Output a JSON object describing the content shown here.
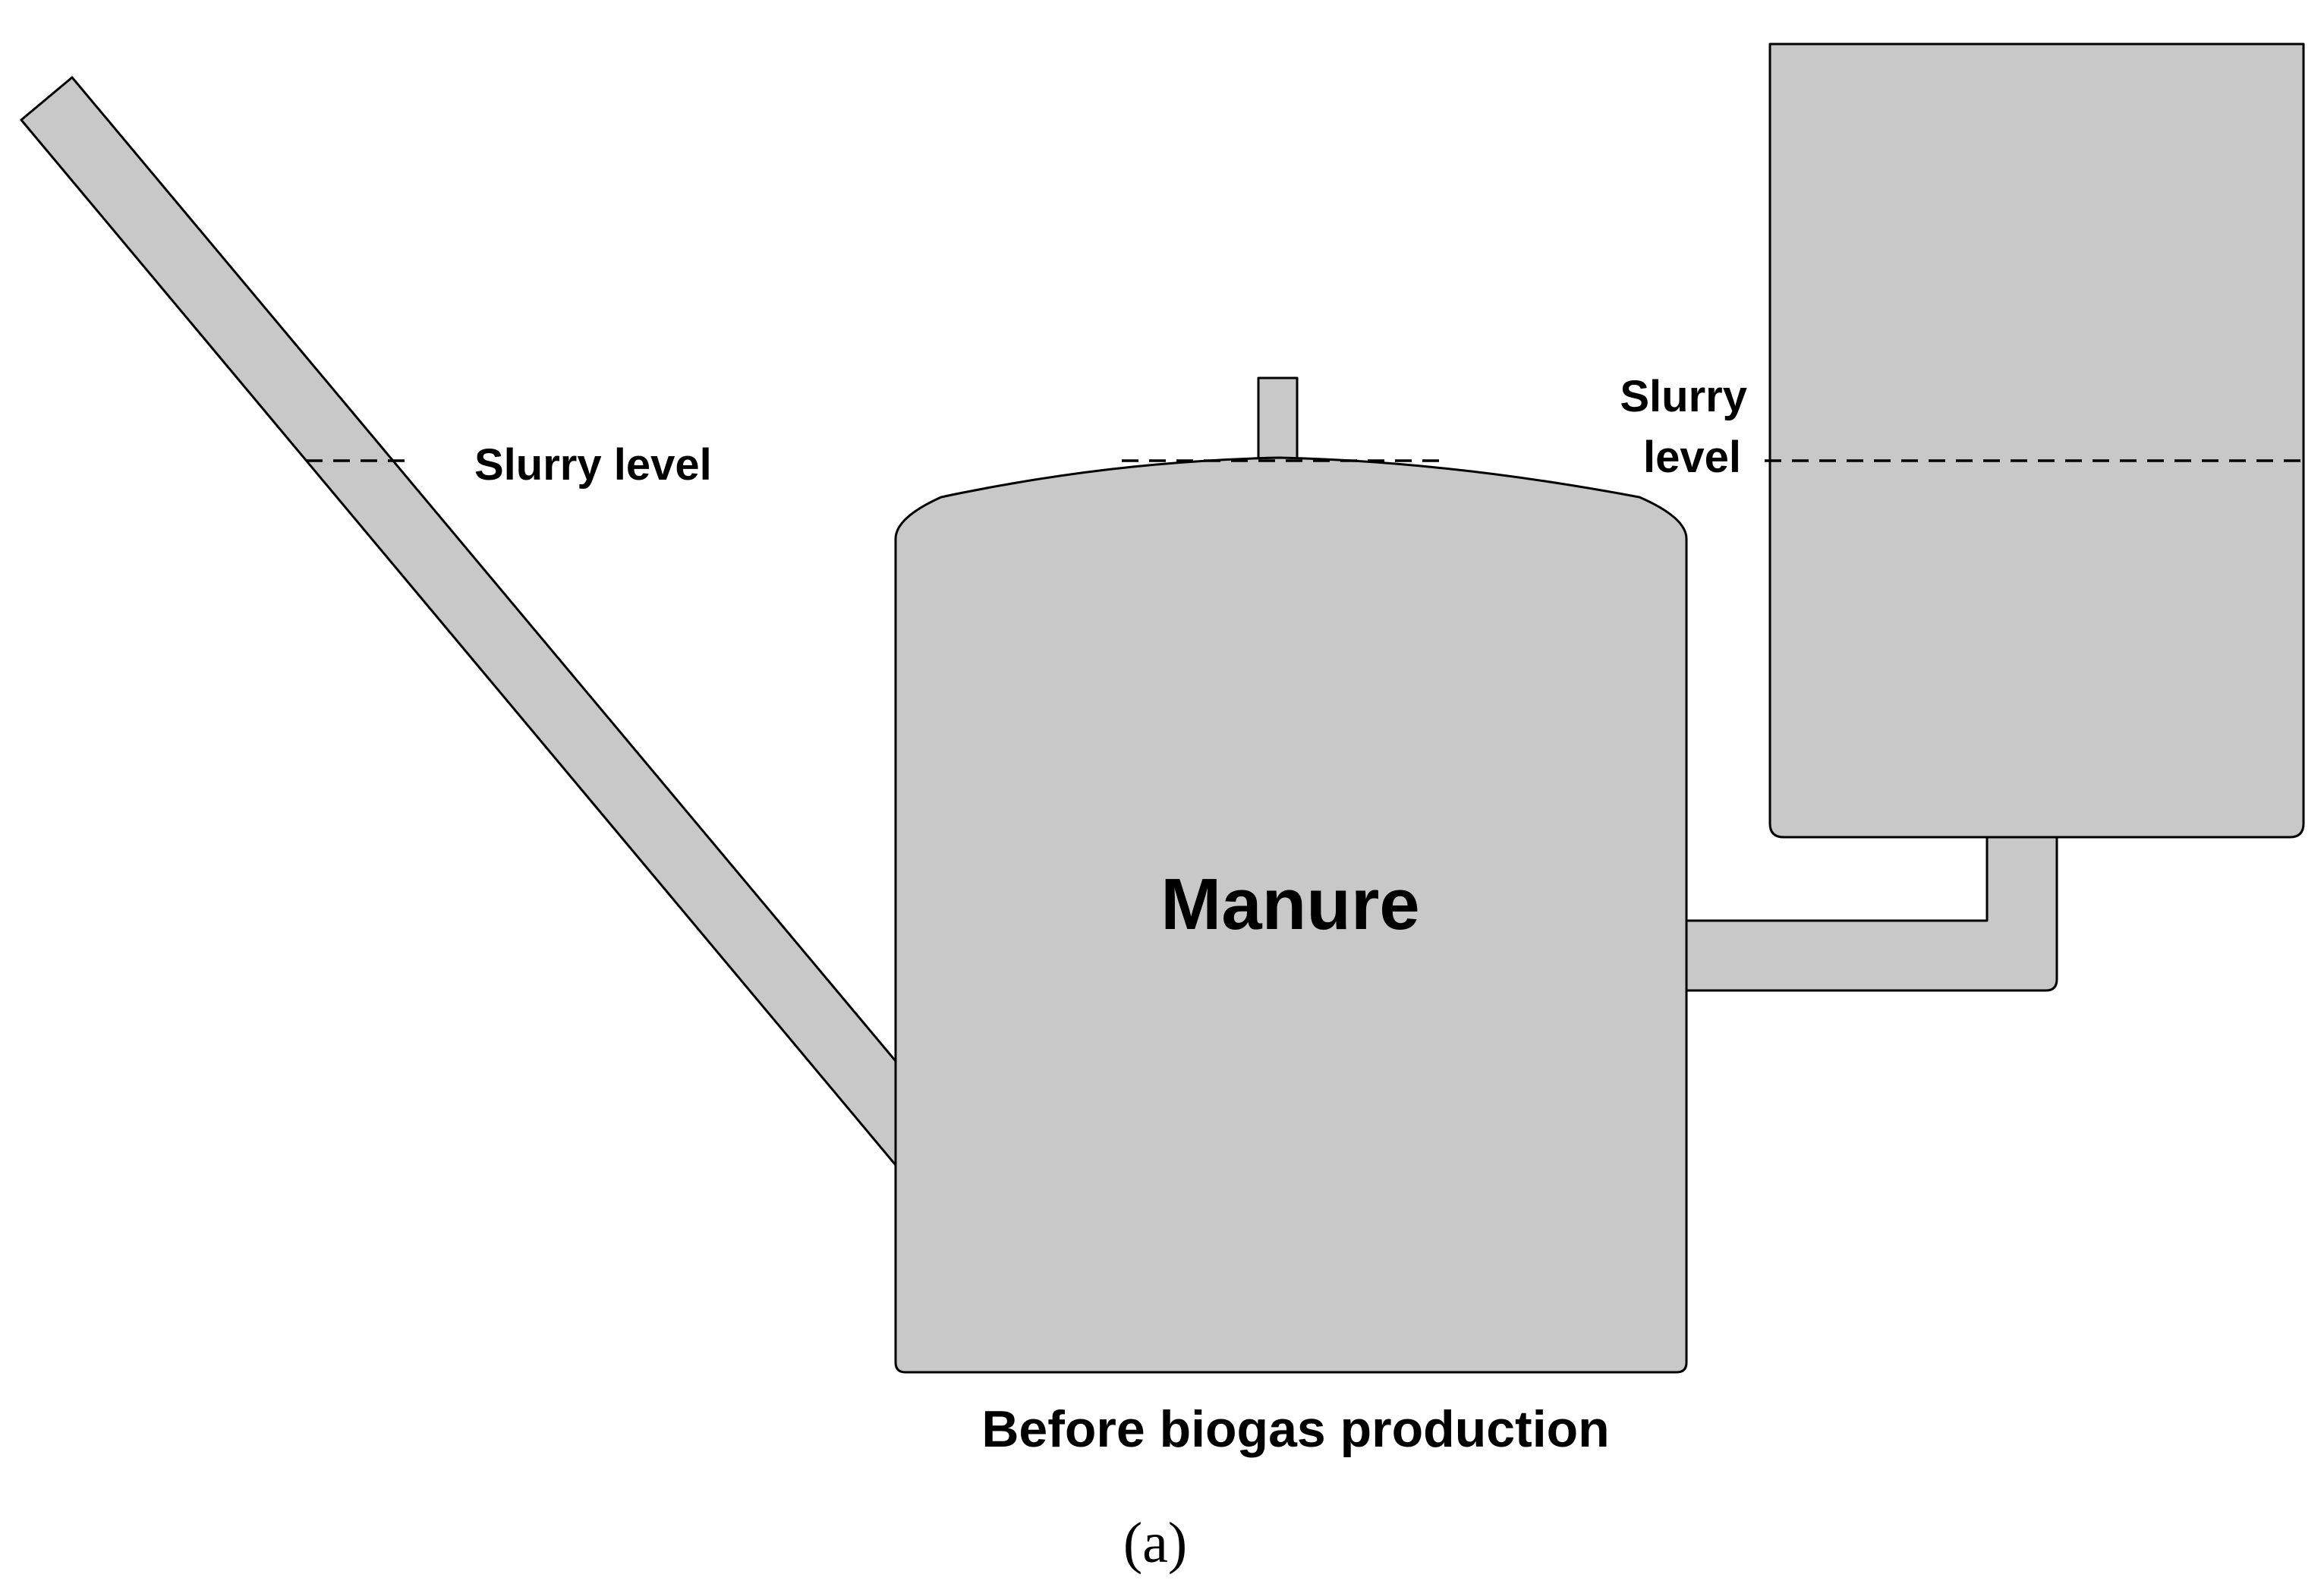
{
  "diagram": {
    "inlet_label": "Slurry level",
    "outlet_label_line1": "Slurry",
    "outlet_label_line2": "level",
    "digester_label": "Manure",
    "caption": "Before biogas production",
    "panel_label": "(a)",
    "colors": {
      "fill": "#c8c8c8",
      "stroke": "#000000",
      "background": "#ffffff"
    }
  }
}
